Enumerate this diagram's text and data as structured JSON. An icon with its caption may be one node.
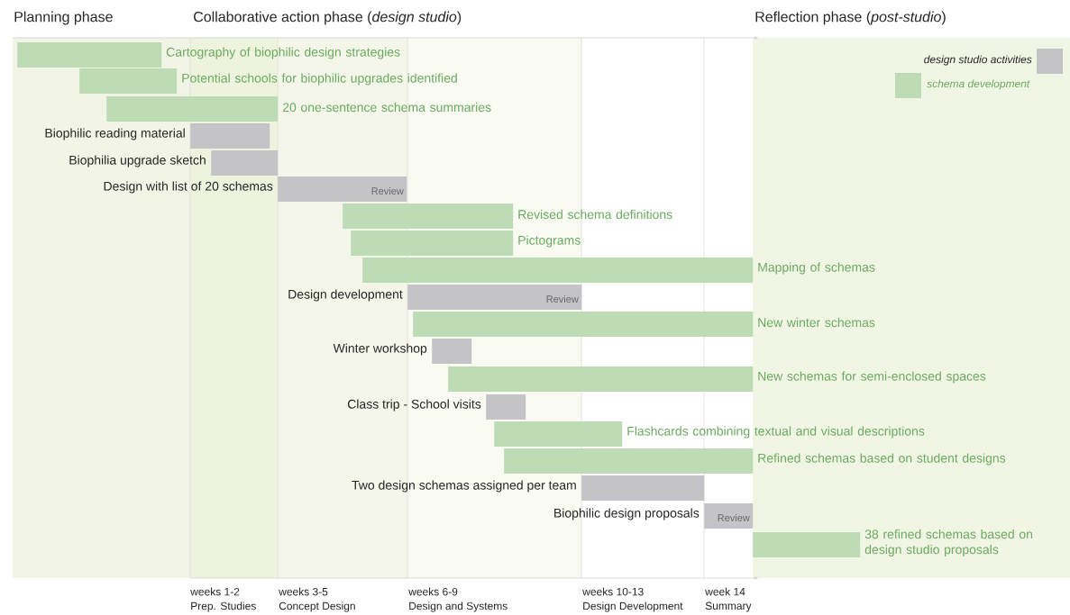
{
  "diagram": {
    "nodes": [
      {
        "text": [
          "Cartography of biophilic design strategies"
        ]
      },
      {
        "text": [
          "Potential schools for biophilic upgrades identified"
        ]
      },
      {
        "text": [
          "20 one-sentence schema summaries"
        ]
      },
      {
        "text": [
          "Biophilic reading material"
        ]
      },
      {
        "text": [
          "Biophilia upgrade sketch"
        ]
      },
      {
        "text": [
          "Design with list of 20 schemas",
          "Review"
        ]
      },
      {
        "text": [
          "Revised schema definitions"
        ]
      },
      {
        "text": [
          "Pictograms"
        ]
      },
      {
        "text": [
          "Mapping of schemas"
        ]
      },
      {
        "text": [
          "Design development",
          "Review"
        ]
      },
      {
        "text": [
          "New winter schemas"
        ]
      },
      {
        "text": [
          "Winter workshop"
        ]
      },
      {
        "text": [
          "New schemas for semi-enclosed spaces"
        ]
      },
      {
        "text": [
          "Class trip - School visits"
        ]
      },
      {
        "text": [
          "Flashcards combining textual and visual descriptions"
        ]
      },
      {
        "text": [
          "Refined schemas based on student designs"
        ]
      },
      {
        "text": [
          "Two design schemas assigned per team"
        ]
      },
      {
        "text": [
          "Biophilic design proposals",
          "Review"
        ]
      },
      {
        "text": [
          "38 refined schemas based on design studio proposals"
        ]
      }
    ],
    "labels": [
      "Planning phase",
      "Collaborative action phase (*design studio*)",
      "Reflection phase (*post-studio*)",
      "weeks 1-2",
      "weeks 3-5",
      "weeks 6-9",
      "weeks 10-13",
      "week 14",
      "Prep. Studies",
      "Concept Design",
      "Design and Systems",
      "Design Development",
      "Summary"
    ],
    "legend": [
      {
        "text": "design studio activities",
        "color": "#c4c3c7"
      },
      {
        "text": "schema development",
        "color": "#bddbb4"
      }
    ]
  }
}
